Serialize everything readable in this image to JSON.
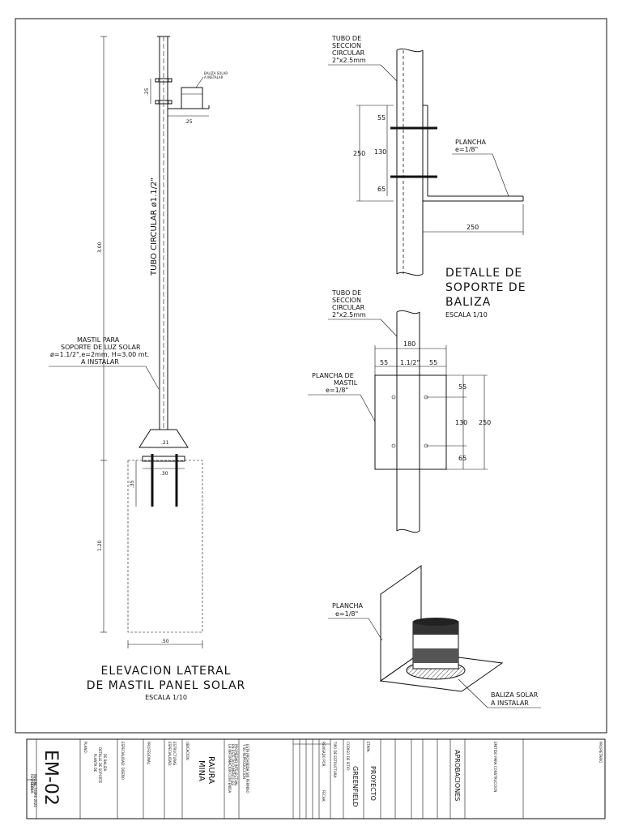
{
  "sheet": {
    "code": "EM-02",
    "colors": {
      "line": "#111111",
      "paper": "#ffffff",
      "hatch": "#444444"
    }
  },
  "elevation": {
    "title_line1": "ELEVACION LATERAL",
    "title_line2": "DE MASTIL PANEL SOLAR",
    "scale": "ESCALA 1/10",
    "tube_label": "TUBO CIRCULAR ø1.1/2\"",
    "mast_note": [
      "MASTIL PARA",
      "SOPORTE DE LUZ SOLAR",
      "ø=1.1/2\",e=2mm, H=3.00 mt.",
      "A INSTALAR"
    ],
    "beacon_note": [
      "BALIZA SOLAR",
      "A INSTALAR"
    ],
    "dims": {
      "total_height": "3.00",
      "top_seg": ".25",
      "top_width": ".25",
      "base_plate": ".21",
      "base_width": ".30",
      "anchor": ".35",
      "footing_height": "1.20",
      "footing_width": ".50"
    }
  },
  "support_detail": {
    "tube_label": [
      "TUBO DE",
      "SECCION",
      "CIRCULAR",
      "2\"x2.5mm"
    ],
    "plate_label": [
      "PLANCHA",
      "e=1/8\""
    ],
    "dims": {
      "d55": "55",
      "d130": "130",
      "d65": "65",
      "d250": "250",
      "d250h": "250"
    },
    "title_line1": "DETALLE DE",
    "title_line2": "SOPORTE DE",
    "title_line3": "BALIZA",
    "scale": "ESCALA 1/10"
  },
  "plate_detail": {
    "tube_label": [
      "TUBO DE",
      "SECCION",
      "CIRCULAR",
      "2\"x2.5mm"
    ],
    "plate_label": [
      "PLANCHA DE",
      "MASTIL",
      "e=1/8\""
    ],
    "dims": {
      "d180": "180",
      "d55a": "55",
      "d112": "1.1/2\"",
      "d55b": "55",
      "v55": "55",
      "v130": "130",
      "v65": "65",
      "v250": "250"
    }
  },
  "iso_detail": {
    "plate_label": [
      "PLANCHA",
      "e=1/8\""
    ],
    "beacon_label": [
      "BALIZA SOLAR",
      "A INSTALAR"
    ]
  },
  "title_block": {
    "code_col_label": [
      "REVISION:",
      "INICIAL"
    ],
    "date_label": [
      "FECHA:",
      "OCTUBRE 2024"
    ],
    "plan_label": [
      "PLANO:",
      "PLANTA DE",
      "DETALLE DE SOPORTE",
      "DE BALIZA"
    ],
    "disciplina": "ESPECIALIDAD: DISEÑO",
    "profesional": "PROFESIONAL:",
    "especialidad": [
      "ESPECIALIDAD:",
      "ESTRUCTURAS"
    ],
    "ubicacion": "UBICACION:",
    "site_line1": "MINA",
    "site_line2": "RAURA",
    "notice": [
      "LA INFORMACION CONTENIDA",
      "EN ESTE DOCUMENTO ES",
      "PROPIEDAD INTELECTUAL",
      "Y SU REPRODUCCION",
      "ESTA PROHIBIDA SIN PERMISO"
    ],
    "revisado": "REVISADO POR:",
    "fecha2": "FECHA:",
    "tipo_estructura": "TIPO DE ESTRUCTURA:",
    "nombre_sitio": "CODIGO DE SITIO:",
    "greenfield": "GREENFIELD",
    "etapa": "ETAPA:",
    "proyecto": "PROYECTO",
    "aprobaciones": "APROBACIONES",
    "propietario": "PROPIETARIO",
    "emisor": "EMITIDO PARA CONSTRUCCION"
  }
}
